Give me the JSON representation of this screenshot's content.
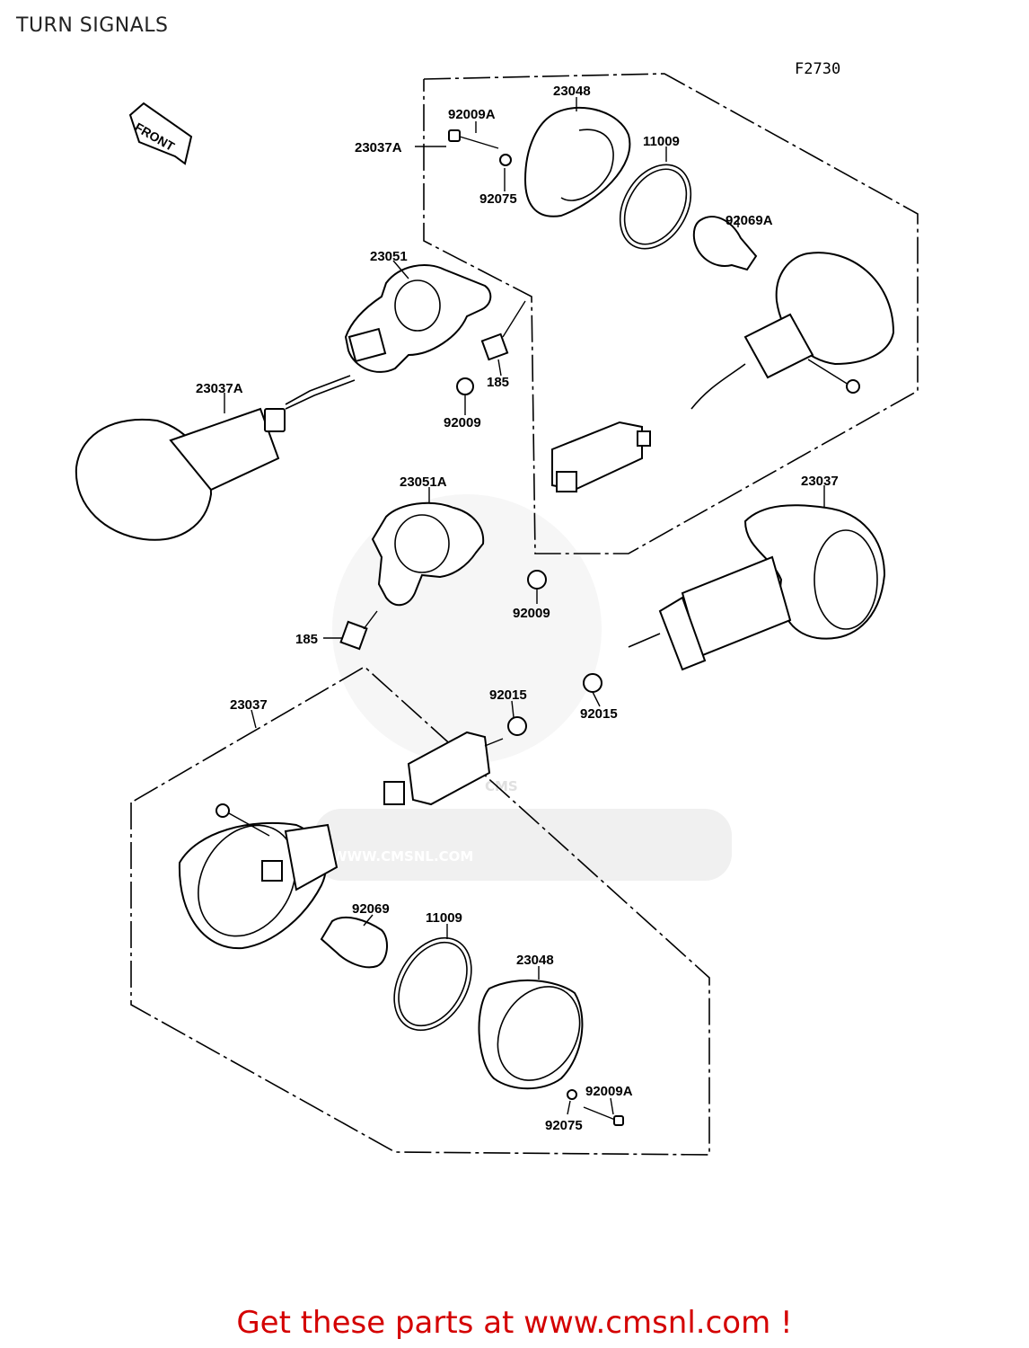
{
  "page": {
    "title": "TURN SIGNALS",
    "figure_code": "F2730",
    "front_label": "FRONT",
    "promo_text": "Get these parts at www.cmsnl.com !"
  },
  "watermark": {
    "brand": "CMS",
    "url": "WWW.CMSNL.COM"
  },
  "parts": {
    "p23048_top": "23048",
    "p92009A_top": "92009A",
    "p23037A_top": "23037A",
    "p92075_top": "92075",
    "p11009_top": "11009",
    "p92069A": "92069A",
    "p23051": "23051",
    "p185_top": "185",
    "p92009_left": "92009",
    "p23037A_left": "23037A",
    "p23051A": "23051A",
    "p23037_right": "23037",
    "p92009_mid": "92009",
    "p185_mid": "185",
    "p92015_upper": "92015",
    "p92015_lower": "92015",
    "p23037_left": "23037",
    "p92069": "92069",
    "p11009_bottom": "11009",
    "p23048_bottom": "23048",
    "p92009A_bottom": "92009A",
    "p92075_bottom": "92075"
  },
  "colors": {
    "promo": "#d40000",
    "watermark": "#e0e0e0"
  }
}
